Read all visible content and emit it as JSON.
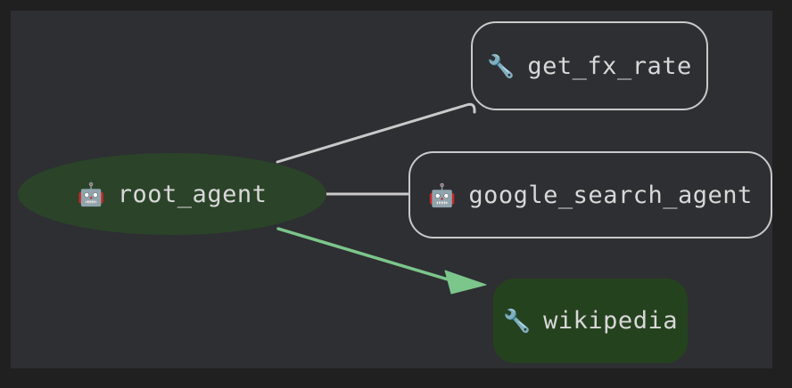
{
  "diagram": {
    "title": "agent-graph",
    "background_color": "#202020",
    "panel_color": "#2e2f32",
    "nodes": [
      {
        "id": "root_agent",
        "label": "root_agent",
        "icon": "robot-icon",
        "icon_glyph": "🤖",
        "shape": "ellipse",
        "fill_color": "#2b4429",
        "border_color": "none",
        "text_color": "#d8d8d8"
      },
      {
        "id": "get_fx_rate",
        "label": "get_fx_rate",
        "icon": "wrench-icon",
        "icon_glyph": "🔧",
        "shape": "rounded-rect",
        "fill_color": "transparent",
        "border_color": "#c9c9c9",
        "text_color": "#d8d8d8"
      },
      {
        "id": "google_search_agent",
        "label": "google_search_agent",
        "icon": "robot-icon",
        "icon_glyph": "🤖",
        "shape": "rounded-rect",
        "fill_color": "transparent",
        "border_color": "#c9c9c9",
        "text_color": "#d8d8d8"
      },
      {
        "id": "wikipedia",
        "label": "wikipedia",
        "icon": "wrench-icon",
        "icon_glyph": "🔧",
        "shape": "rounded-rect",
        "fill_color": "#25421f",
        "border_color": "none",
        "text_color": "#d8d8d8"
      }
    ],
    "edges": [
      {
        "id": "root_agent-to-get_fx_rate",
        "from": "root_agent",
        "to": "get_fx_rate",
        "color": "#c9c9c9",
        "arrow": false,
        "style": "solid"
      },
      {
        "id": "root_agent-to-google_search_agent",
        "from": "root_agent",
        "to": "google_search_agent",
        "color": "#c9c9c9",
        "arrow": false,
        "style": "solid"
      },
      {
        "id": "root_agent-to-wikipedia",
        "from": "root_agent",
        "to": "wikipedia",
        "color": "#7cc68c",
        "arrow": true,
        "style": "solid"
      }
    ]
  }
}
